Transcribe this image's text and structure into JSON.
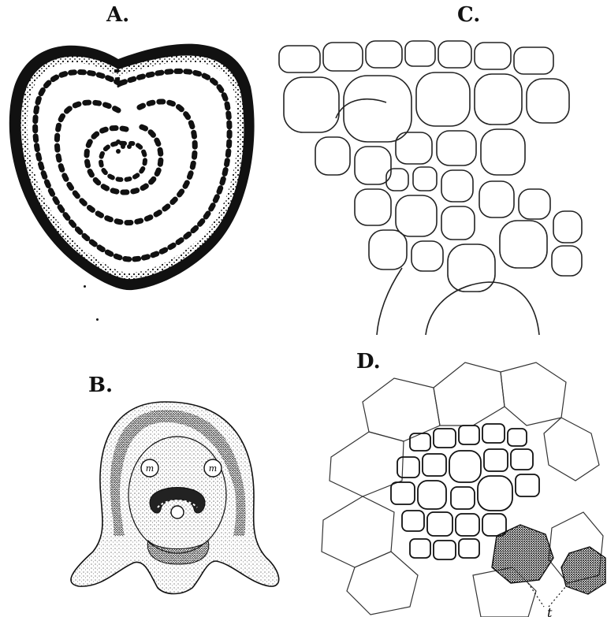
{
  "figure": {
    "panel_a": {
      "label": "A."
    },
    "panel_b": {
      "label": "B.",
      "marker_left": "m",
      "marker_right": "m"
    },
    "panel_c": {
      "label": "C."
    },
    "panel_d": {
      "label": "D.",
      "marker_t": "t"
    }
  },
  "colors": {
    "ink": "#111111",
    "paper": "#ffffff",
    "stipple": "#444444"
  }
}
